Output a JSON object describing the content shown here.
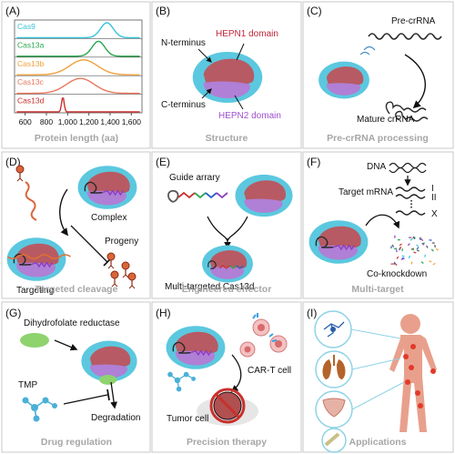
{
  "panels": {
    "a": {
      "letter": "(A)",
      "caption": "Protein length (aa)",
      "rows": [
        {
          "name": "Cas9",
          "color": "#37c3d8",
          "peak": 1370
        },
        {
          "name": "Cas13a",
          "color": "#2aa64f",
          "peak": 1290
        },
        {
          "name": "Cas13b",
          "color": "#f0a03c",
          "peak": 1150
        },
        {
          "name": "Cas13c",
          "color": "#e9775b",
          "peak": 1120
        },
        {
          "name": "Cas13d",
          "color": "#c9302c",
          "peak": 955
        }
      ],
      "ticks": [
        "600",
        "800",
        "1,000",
        "1,200",
        "1,400",
        "1,600"
      ]
    },
    "b": {
      "letter": "(B)",
      "caption": "Structure",
      "n_term": "N-terminus",
      "c_term": "C-terminus",
      "hepn1": "HEPN1 domain",
      "hepn2": "HEPN2 domain"
    },
    "c": {
      "letter": "(C)",
      "caption": "Pre-crRNA processing",
      "pre": "Pre-crRNA",
      "mature": "Mature crRNA"
    },
    "d": {
      "letter": "(D)",
      "caption": "Targeted cleavage",
      "complex": "Complex",
      "progeny": "Progeny",
      "targeting": "Targeting"
    },
    "e": {
      "letter": "(E)",
      "caption": "Engineered effector",
      "guide": "Guide arrary",
      "multi": "Multi-targeted Cas13d"
    },
    "f": {
      "letter": "(F)",
      "caption": "Multi-target",
      "dna": "DNA",
      "mrna": "Target mRNA",
      "roman": [
        "I",
        "II",
        "X"
      ],
      "knock": "Co-knockdown"
    },
    "g": {
      "letter": "(G)",
      "caption": "Drug regulation",
      "dhfr": "Dihydrofolate reductase",
      "tmp": "TMP",
      "deg": "Degradation"
    },
    "h": {
      "letter": "(H)",
      "caption": "Precision therapy",
      "cart": "CAR-T cell",
      "tumor": "Tumor cell"
    },
    "i": {
      "letter": "(I)",
      "caption": "Applications"
    }
  },
  "colors": {
    "cyan_body": "#5bc8df",
    "red_domain": "#b85a63",
    "purple_domain": "#b07fd6",
    "hepn1_text": "#c0263c",
    "hepn2_text": "#a050d0",
    "gray_caption": "#a6a6a6",
    "panel_border": "#c8c8c8",
    "virus": "#c8502c",
    "body_figure": "#e8a08c"
  }
}
